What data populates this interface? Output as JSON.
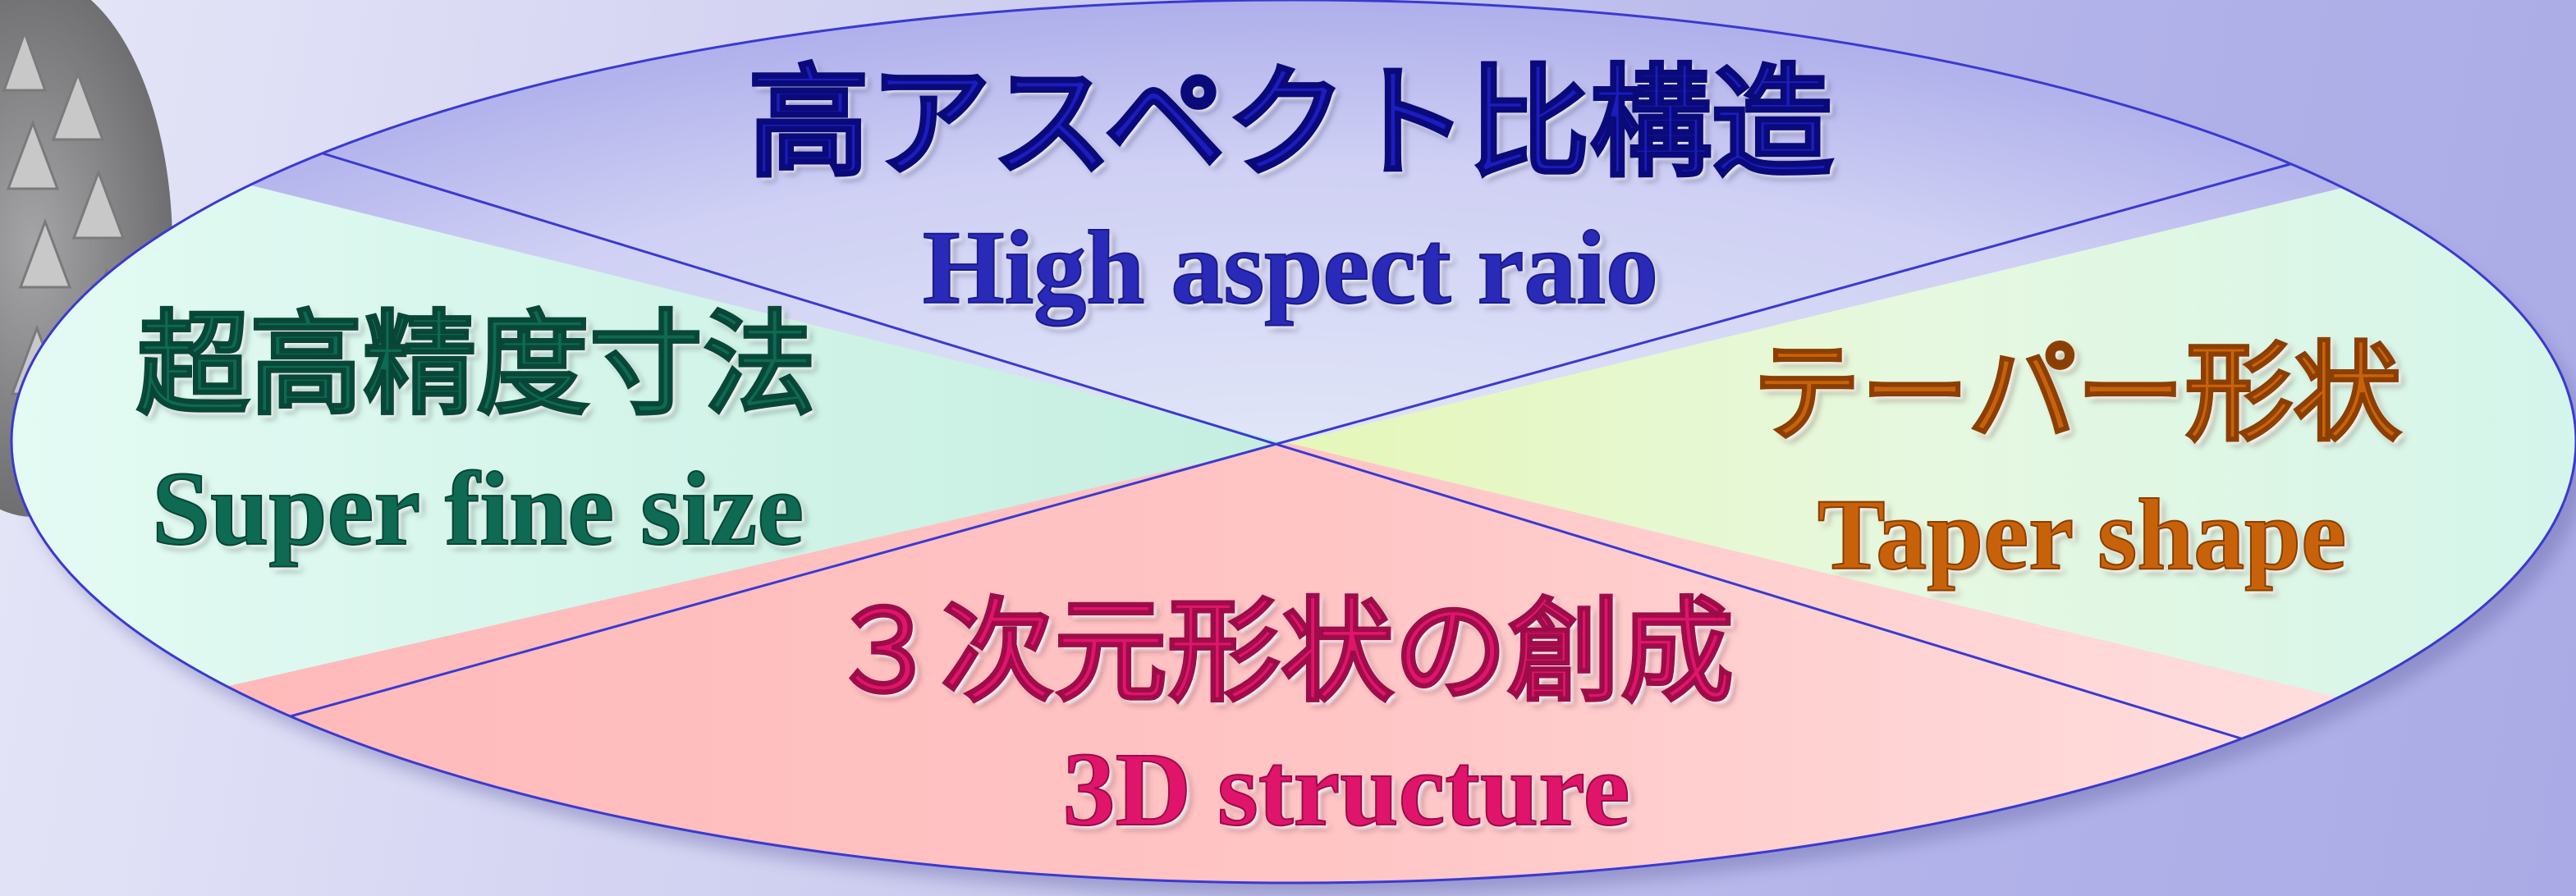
{
  "segments": {
    "top": {
      "jp": "高アスペクト比構造",
      "en": "High aspect raio",
      "color": "#1c1cc0"
    },
    "left": {
      "jp": "超高精度寸法",
      "en": "Super fine size",
      "color": "#0e6a52"
    },
    "right": {
      "jp": "テーパー形状",
      "en": "Taper shape",
      "color": "#c8620a"
    },
    "bottom": {
      "jp": "３次元形状の創成",
      "en": "3D structure",
      "color": "#e0146a"
    }
  },
  "colors": {
    "background": "#c9c9ef",
    "ellipse_outline": "#3a3ad0",
    "top_fill": "#d6d6f5",
    "left_fill": "#d2f5ea",
    "right_fill": "#eef8c8",
    "bottom_fill": "#ffc6c6"
  },
  "decoration": {
    "image": "microneedle-array-photo"
  }
}
